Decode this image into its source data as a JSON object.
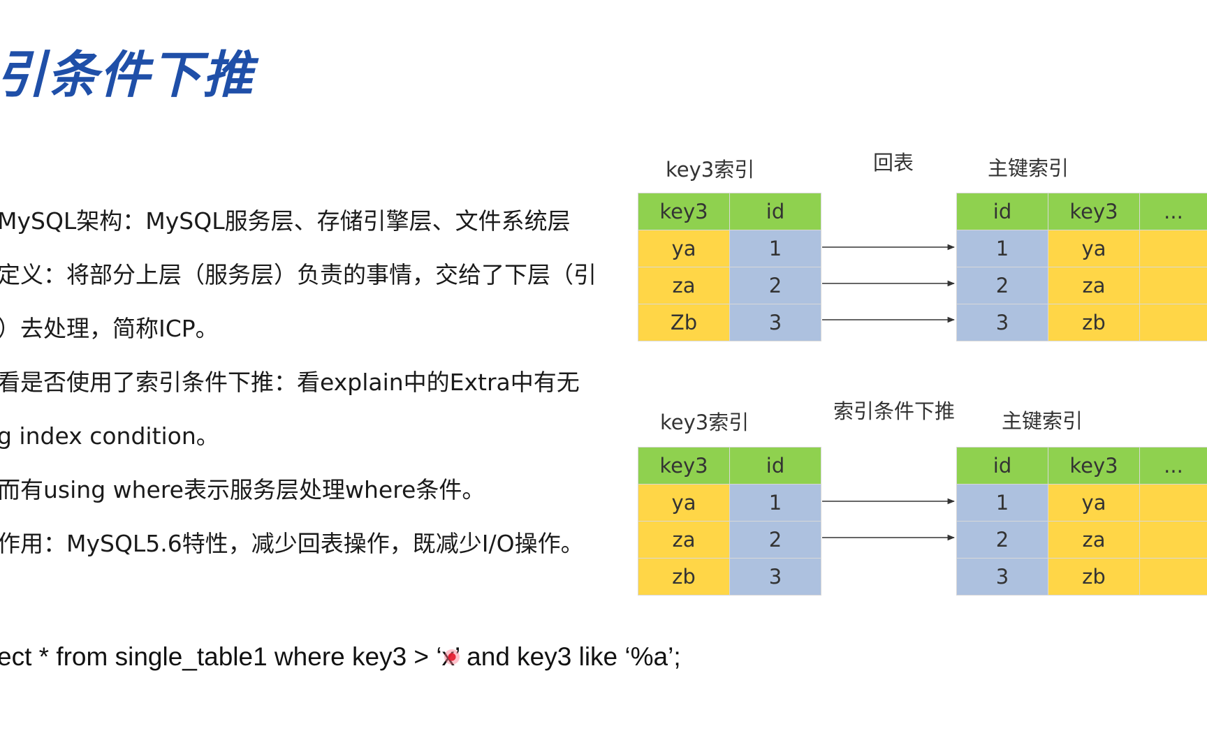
{
  "title": "引条件下推",
  "bullets": [
    "MySQL架构：MySQL服务层、存储引擎层、文件系统层",
    "定义：将部分上层（服务层）负责的事情，交给了下层（引",
    "）去处理，简称ICP。",
    "看是否使用了索引条件下推：看explain中的Extra中有无",
    "g index condition。",
    "而有using where表示服务层处理where条件。",
    "作用：MySQL5.6特性，减少回表操作，既减少I/O操作。"
  ],
  "sql": "ect * from single_table1 where key3 > ‘x’ and key3 like ‘%a’;",
  "diagrams": [
    {
      "left_label": "key3索引",
      "middle_label": "回表",
      "right_label": "主键索引",
      "left_headers": [
        "key3",
        "id"
      ],
      "left_rows": [
        [
          "ya",
          "1"
        ],
        [
          "za",
          "2"
        ],
        [
          "Zb",
          "3"
        ]
      ],
      "right_headers": [
        "id",
        "key3",
        "..."
      ],
      "right_rows": [
        [
          "1",
          "ya",
          ""
        ],
        [
          "2",
          "za",
          ""
        ],
        [
          "3",
          "zb",
          ""
        ]
      ],
      "arrow_rows": [
        0,
        1,
        2
      ]
    },
    {
      "left_label": "key3索引",
      "middle_label": "索引条件下推",
      "right_label": "主键索引",
      "left_headers": [
        "key3",
        "id"
      ],
      "left_rows": [
        [
          "ya",
          "1"
        ],
        [
          "za",
          "2"
        ],
        [
          "zb",
          "3"
        ]
      ],
      "right_headers": [
        "id",
        "key3",
        "..."
      ],
      "right_rows": [
        [
          "1",
          "ya",
          ""
        ],
        [
          "2",
          "za",
          ""
        ],
        [
          "3",
          "zb",
          ""
        ]
      ],
      "arrow_rows": [
        0,
        1
      ]
    }
  ],
  "colors": {
    "title": "#1f4fa8",
    "header_green": "#8fd14f",
    "key_yellow": "#ffd647",
    "id_blue": "#adc1df"
  }
}
